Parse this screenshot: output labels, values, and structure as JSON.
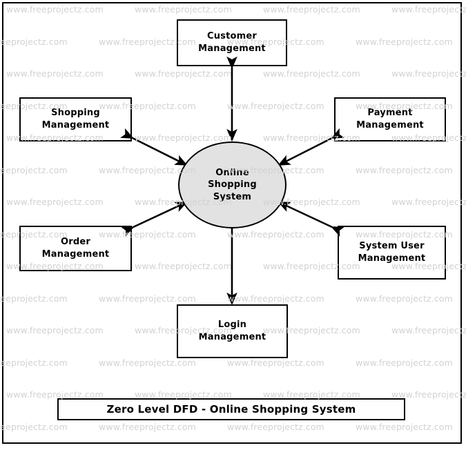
{
  "diagram": {
    "type": "data-flow-diagram",
    "level": "Zero Level DFD",
    "caption": "Zero Level DFD - Online Shopping System",
    "process": {
      "name": "Online Shopping System",
      "line1": "Online",
      "line2": "Shopping",
      "line3": "System",
      "shape": "circle",
      "fill": "#e2e2e2",
      "stroke": "#000000"
    },
    "entities": [
      {
        "id": "customer-management",
        "line1": "Customer",
        "line2": "Management",
        "position": "top-center",
        "flow": "bidirectional"
      },
      {
        "id": "shopping-management",
        "line1": "Shopping",
        "line2": "Management",
        "position": "top-left",
        "flow": "bidirectional"
      },
      {
        "id": "payment-management",
        "line1": "Payment",
        "line2": "Management",
        "position": "top-right",
        "flow": "bidirectional"
      },
      {
        "id": "order-management",
        "line1": "Order",
        "line2": "Management",
        "position": "bottom-left",
        "flow": "bidirectional"
      },
      {
        "id": "system-user-management",
        "line1": "System User",
        "line2": "Management",
        "position": "bottom-right",
        "flow": "bidirectional"
      },
      {
        "id": "login-management",
        "line1": "Login",
        "line2": "Management",
        "position": "bottom-center",
        "flow": "bidirectional"
      }
    ],
    "colors": {
      "line": "#000000",
      "box_border": "#000000",
      "process_fill": "#e2e2e2",
      "background": "#ffffff",
      "watermark": "#d2d2d2"
    }
  },
  "watermark": {
    "text": "www.freeprojectz.com"
  }
}
